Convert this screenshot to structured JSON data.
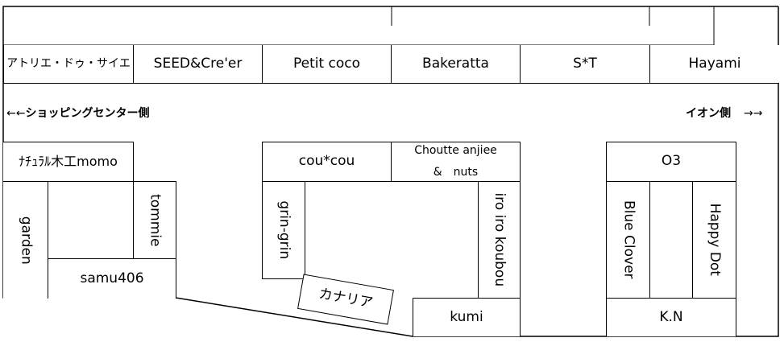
{
  "top_row": [
    "アトリエ・ドゥ・サイエ",
    "SEED&Cre'er",
    "Petit coco",
    "Bakeratta",
    "S*T",
    "Hayami"
  ],
  "directions": {
    "left_arrow": "←←",
    "left_label": "ショッピングセンター側",
    "right_label": "イオン側",
    "right_arrow": "→→"
  },
  "left_block": {
    "natural": "ﾅﾁｭﾗﾙ木工momo",
    "garden": "garden",
    "tommie": "tommie",
    "samu": "samu406"
  },
  "center_block": {
    "coucou": "cou*cou",
    "choutte_line1": "Choutte anjiee",
    "choutte_line2": "&　nuts",
    "grin": "grin-grin",
    "iro": "iro iro koubou",
    "canaria": "カナリア",
    "kumi": "kumi"
  },
  "right_block": {
    "o3": "O3",
    "blue_clover": "Blue Clover",
    "happy_dot": "Happy Dot",
    "kn": "K.N"
  }
}
